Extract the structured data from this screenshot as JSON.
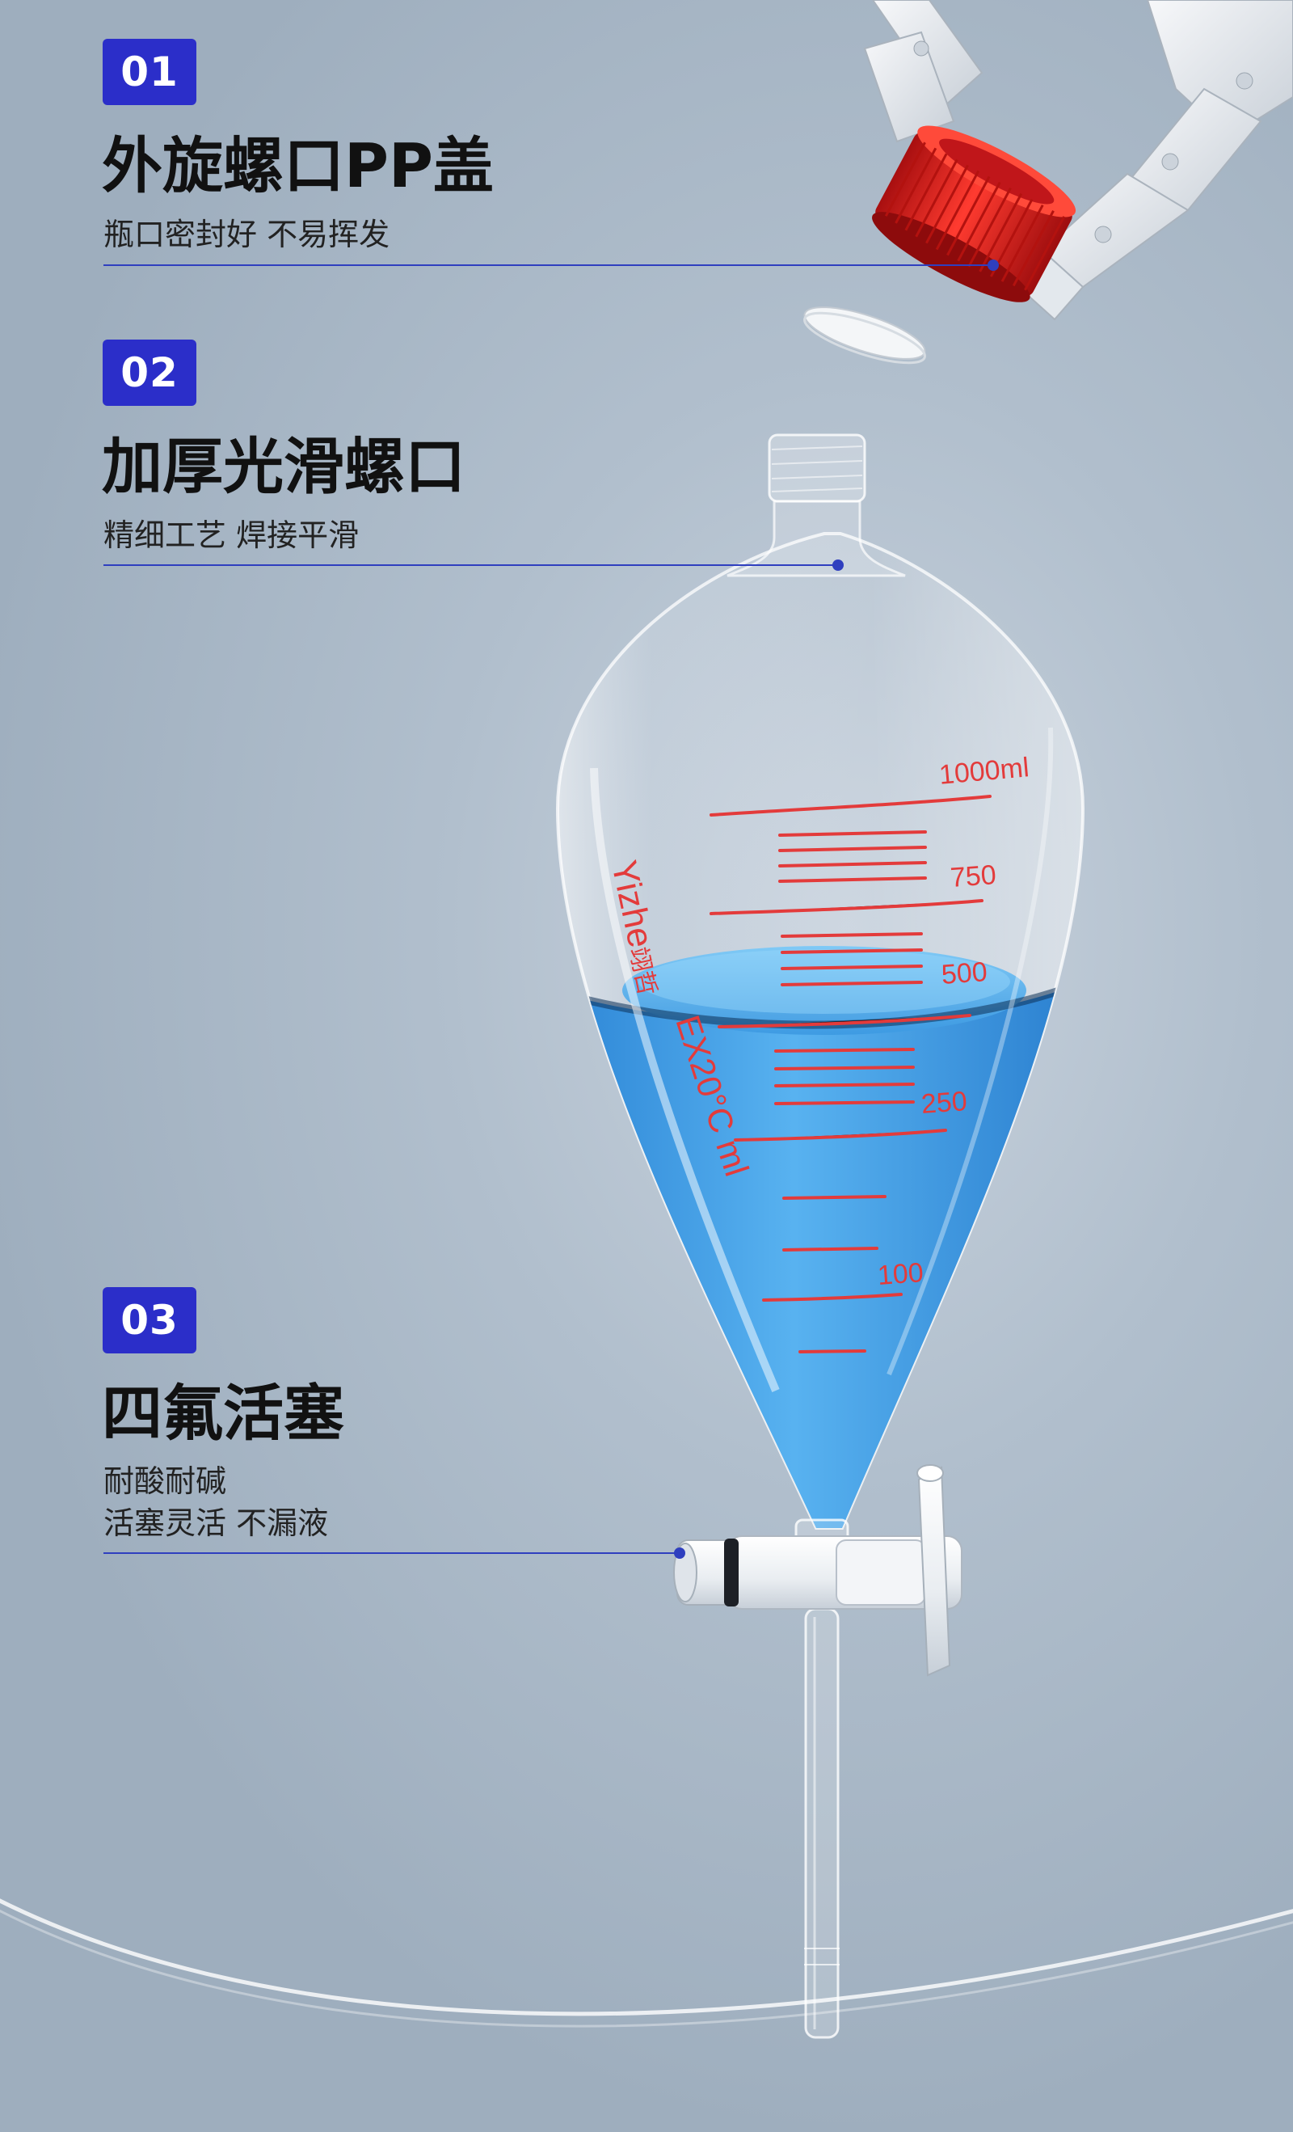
{
  "features": [
    {
      "num": "01",
      "title": "外旋螺口PP盖",
      "subs": [
        "瓶口密封好 不易挥发"
      ]
    },
    {
      "num": "02",
      "title": "加厚光滑螺口",
      "subs": [
        "精细工艺 焊接平滑"
      ]
    },
    {
      "num": "03",
      "title": "四氟活塞",
      "subs": [
        "耐酸耐碱",
        "活塞灵活 不漏液"
      ]
    }
  ],
  "flask": {
    "brand": "Yizhe",
    "brand_cn": "翊哲",
    "spec": "EX20°C ml",
    "graduations": [
      "1000ml",
      "750",
      "500",
      "250",
      "100"
    ]
  },
  "colors": {
    "badge": "#2b2ec9",
    "cap": "#e0201e",
    "liquid": "#3e9fe6",
    "graduation": "#e33b3b",
    "leader_line": "#2f3fbf"
  }
}
